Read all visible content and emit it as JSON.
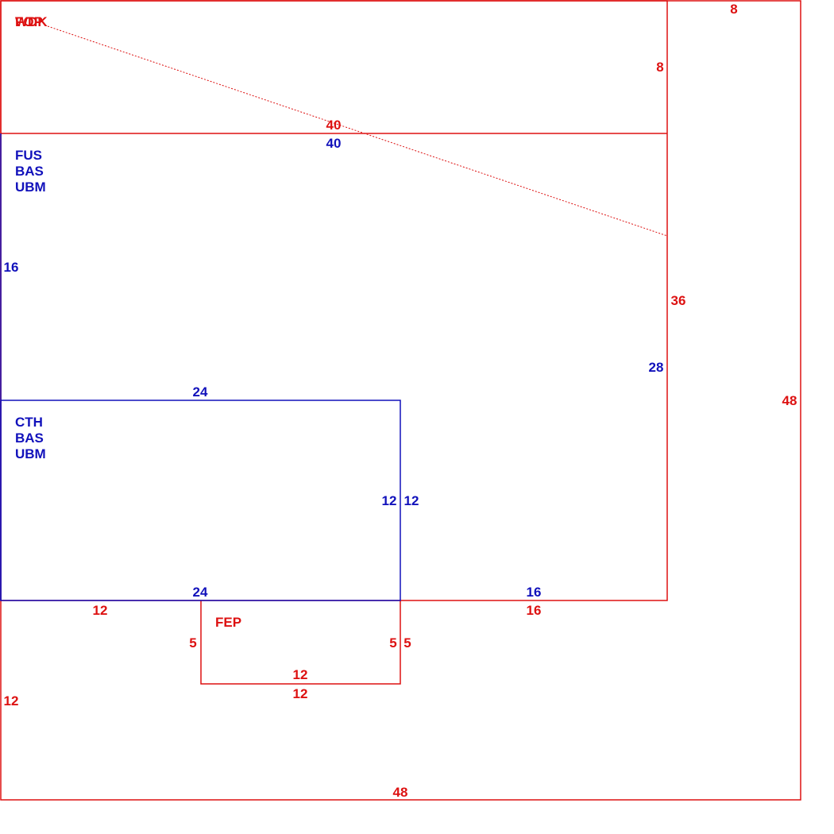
{
  "colors": {
    "red": "#dd1111",
    "blue": "#1111bb"
  },
  "overlapping_label": {
    "a": "FOP",
    "b": "WDK"
  },
  "rooms": {
    "fus": [
      "FUS",
      "BAS",
      "UBM"
    ],
    "cth": [
      "CTH",
      "BAS",
      "UBM"
    ],
    "fep": "FEP"
  },
  "dimensions": {
    "outer_right": "8",
    "top_box_right": "8",
    "top_box_bottom": "40",
    "fus_top": "40",
    "fus_left": "16",
    "red_right_36": "36",
    "fus_right": "28",
    "outer_right_48": "48",
    "cth_top": "24",
    "cth_right_in": "12",
    "cth_right_out": "12",
    "cth_bottom": "24",
    "blue_bottom_16": "16",
    "red_bottom_16": "16",
    "red_bottom_left_12": "12",
    "fep_left": "5",
    "fep_right_in": "5",
    "fep_right_out": "5",
    "fep_bottom_in": "12",
    "fep_bottom_out": "12",
    "outer_left_12": "12",
    "outer_bottom": "48"
  }
}
